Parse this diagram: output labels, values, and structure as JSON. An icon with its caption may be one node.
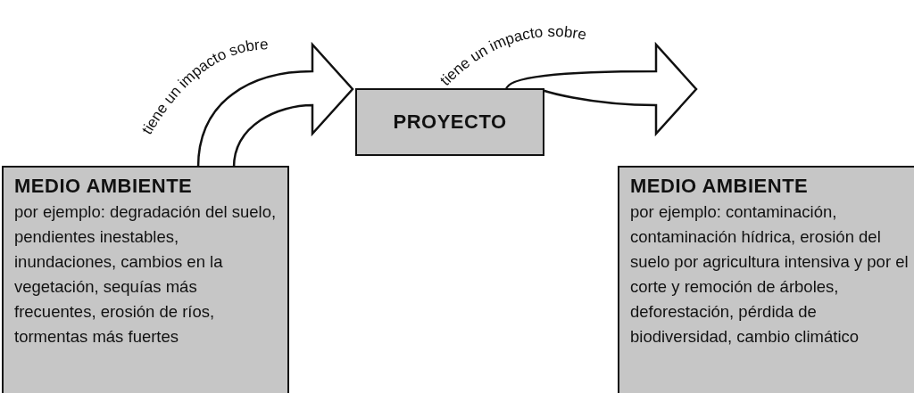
{
  "diagram": {
    "nodes": [
      {
        "text": [
          "MEDIO AMBIENTE",
          "por ejemplo: degradación del suelo, pendientes inestables, inundaciones, cambios en la vegetación, sequías más frecuentes, erosión de ríos, tormentas más fuertes"
        ]
      },
      {
        "text": [
          "PROYECTO"
        ]
      },
      {
        "text": [
          "MEDIO AMBIENTE",
          "por ejemplo: contaminación, contaminación hídrica, erosión del suelo por agricultura intensiva y por el corte y remoción de árboles, deforestación, pérdida de biodiversidad, cambio climático"
        ]
      }
    ],
    "edges": [
      {
        "from": 0,
        "to": 1,
        "arrow": "to",
        "label": "tiene un impacto sobre",
        "style": "thick"
      },
      {
        "from": 1,
        "to": 2,
        "arrow": "to",
        "label": "tiene un impacto sobre",
        "style": "thick"
      }
    ]
  }
}
